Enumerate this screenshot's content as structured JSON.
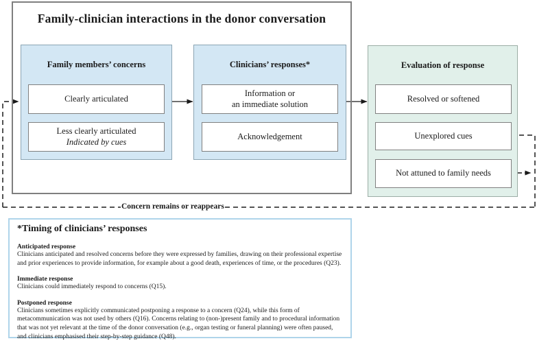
{
  "colors": {
    "blue_fill": "#d3e7f4",
    "green_fill": "#e1f0ea",
    "outer_border": "#7f7f7f",
    "legend_border": "#aed4ea",
    "line_color": "#1a1a1a"
  },
  "diagram": {
    "title": "Family-clinician interactions in the donor conversation",
    "feedback_label": "Concern remains or reappears",
    "columns": [
      {
        "header": "Family members’ concerns",
        "items": [
          {
            "line1": "Clearly articulated"
          },
          {
            "line1": "Less clearly articulated",
            "line2": "Indicated by cues"
          }
        ]
      },
      {
        "header": "Clinicians’ responses*",
        "items": [
          {
            "line1": "Information or",
            "line2": "an immediate solution"
          },
          {
            "line1": "Acknowledgement"
          }
        ]
      },
      {
        "header": "Evaluation of response",
        "items": [
          {
            "line1": "Resolved or softened"
          },
          {
            "line1": "Unexplored cues"
          },
          {
            "line1": "Not attuned to family needs"
          }
        ]
      }
    ]
  },
  "legend": {
    "title": "*Timing of clinicians’ responses",
    "sections": [
      {
        "heading": "Anticipated response",
        "body": "Clinicians anticipated and resolved concerns before they were expressed by families, drawing on their professional expertise and prior experiences to provide information, for example about a good death, experiences of time, or the procedures (Q23)."
      },
      {
        "heading": "Immediate response",
        "body": "Clinicians could immediately respond to concerns (Q15)."
      },
      {
        "heading": "Postponed response",
        "body": "Clinicians sometimes explicitly communicated postponing a response to a concern (Q24), while this form of metacommunication was not used by others (Q16). Concerns relating to (non-)present family and to procedural information that was not yet relevant at the time of the donor conversation (e.g., organ testing or funeral planning) were often paused, and clinicians emphasised their step-by-step guidance (Q48)."
      }
    ]
  }
}
